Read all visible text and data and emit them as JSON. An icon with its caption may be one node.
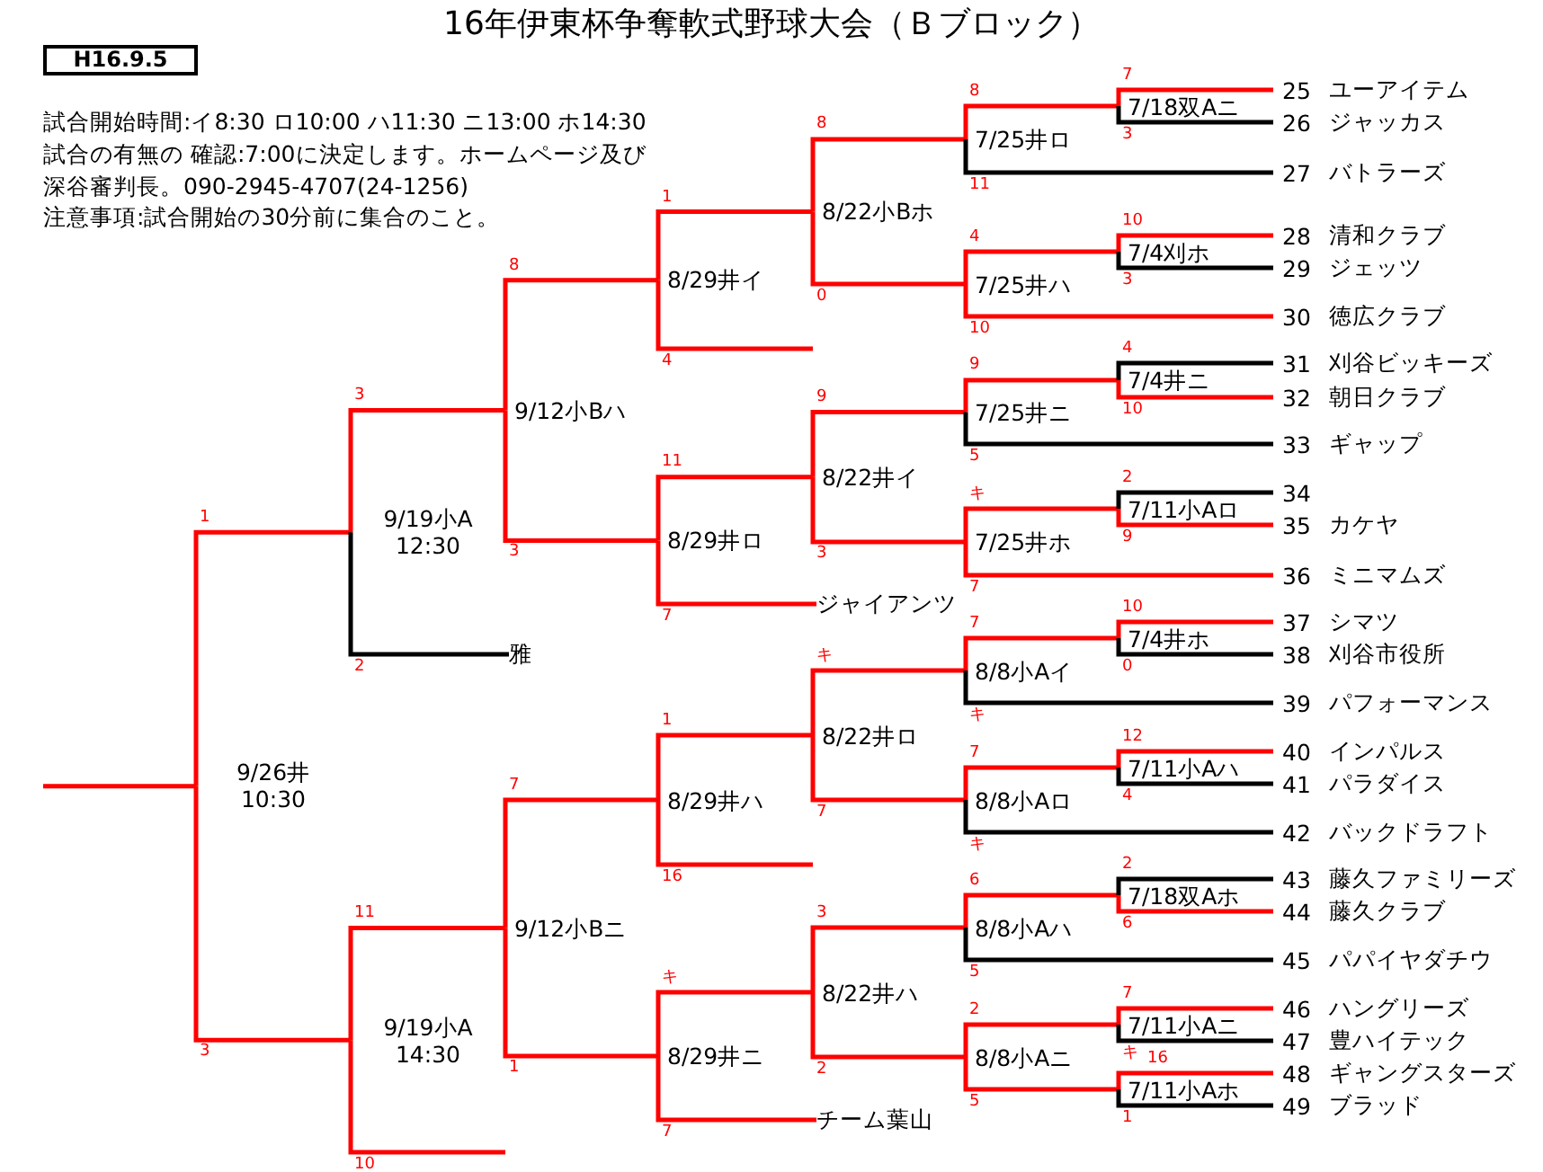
{
  "diagram": {
    "title": "16年伊東杯争奪軟式野球大会（Ｂブロック）",
    "nodes": [
      {
        "text": [
          "9/26井",
          "10:30"
        ]
      },
      {
        "text": [
          "9/19小A",
          "12:30"
        ]
      },
      {
        "text": [
          "9/19小A",
          "14:30"
        ]
      },
      {
        "text": [
          "9/12小Bハ"
        ]
      },
      {
        "text": [
          "9/12小Bニ"
        ]
      },
      {
        "text": [
          "8/29井イ"
        ]
      },
      {
        "text": [
          "8/29井ロ"
        ]
      },
      {
        "text": [
          "8/29井ハ"
        ]
      },
      {
        "text": [
          "8/29井ニ"
        ]
      },
      {
        "text": [
          "8/22小Bホ"
        ]
      },
      {
        "text": [
          "8/22井イ"
        ]
      },
      {
        "text": [
          "8/22井ロ"
        ]
      },
      {
        "text": [
          "8/22井ハ"
        ]
      },
      {
        "text": [
          "7/25井ロ"
        ]
      },
      {
        "text": [
          "7/25井ハ"
        ]
      },
      {
        "text": [
          "7/25井ニ"
        ]
      },
      {
        "text": [
          "7/25井ホ"
        ]
      },
      {
        "text": [
          "8/8小Aイ"
        ]
      },
      {
        "text": [
          "8/8小Aロ"
        ]
      },
      {
        "text": [
          "8/8小Aハ"
        ]
      },
      {
        "text": [
          "8/8小Aニ"
        ]
      },
      {
        "text": [
          "7/18双Aニ"
        ]
      },
      {
        "text": [
          "7/4刈ホ"
        ]
      },
      {
        "text": [
          "7/4井ニ"
        ]
      },
      {
        "text": [
          "7/11小Aロ"
        ]
      },
      {
        "text": [
          "7/4井ホ"
        ]
      },
      {
        "text": [
          "7/11小Aハ"
        ]
      },
      {
        "text": [
          "7/18双Aホ"
        ]
      },
      {
        "text": [
          "7/11小Aニ"
        ]
      },
      {
        "text": [
          "7/11小Aホ"
        ]
      },
      {
        "text": [
          "雅"
        ]
      },
      {
        "text": [
          "ジャイアンツ"
        ]
      },
      {
        "text": [
          "チーム葉山"
        ]
      },
      {
        "text": [
          "25",
          "ユーアイテム"
        ]
      },
      {
        "text": [
          "26",
          "ジャッカス"
        ]
      },
      {
        "text": [
          "27",
          "バトラーズ"
        ]
      },
      {
        "text": [
          "28",
          "清和クラブ"
        ]
      },
      {
        "text": [
          "29",
          "ジェッツ"
        ]
      },
      {
        "text": [
          "30",
          "徳広クラブ"
        ]
      },
      {
        "text": [
          "31",
          "刈谷ビッキーズ"
        ]
      },
      {
        "text": [
          "32",
          "朝日クラブ"
        ]
      },
      {
        "text": [
          "33",
          "ギャップ"
        ]
      },
      {
        "text": [
          "34"
        ]
      },
      {
        "text": [
          "35",
          "カケヤ"
        ]
      },
      {
        "text": [
          "36",
          "ミニマムズ"
        ]
      },
      {
        "text": [
          "37",
          "シマツ"
        ]
      },
      {
        "text": [
          "38",
          "刈谷市役所"
        ]
      },
      {
        "text": [
          "39",
          "パフォーマンス"
        ]
      },
      {
        "text": [
          "40",
          "インパルス"
        ]
      },
      {
        "text": [
          "41",
          "パラダイス"
        ]
      },
      {
        "text": [
          "42",
          "バックドラフト"
        ]
      },
      {
        "text": [
          "43",
          "藤久ファミリーズ"
        ]
      },
      {
        "text": [
          "44",
          "藤久クラブ"
        ]
      },
      {
        "text": [
          "45",
          "パパイヤダチウ"
        ]
      },
      {
        "text": [
          "46",
          "ハングリーズ"
        ]
      },
      {
        "text": [
          "47",
          "豊ハイテック"
        ]
      },
      {
        "text": [
          "48",
          "ギャングスターズ"
        ]
      },
      {
        "text": [
          "49",
          "ブラッド"
        ]
      }
    ],
    "edges": [
      {
        "from": 1,
        "to": 0,
        "arrow": "none",
        "label": "1"
      },
      {
        "from": 2,
        "to": 0,
        "arrow": "none",
        "label": "3"
      },
      {
        "from": 0,
        "to": null,
        "arrow": "none"
      },
      {
        "from": 3,
        "to": 1,
        "arrow": "none",
        "label": "3"
      },
      {
        "from": 30,
        "to": 1,
        "arrow": "none",
        "label": "2",
        "color": "#000000"
      },
      {
        "from": 4,
        "to": 2,
        "arrow": "none",
        "label": "11"
      },
      {
        "from": null,
        "to": 2,
        "arrow": "none",
        "label": "10"
      },
      {
        "from": 5,
        "to": 3,
        "arrow": "none",
        "label": "8"
      },
      {
        "from": 6,
        "to": 3,
        "arrow": "none",
        "label": "3"
      },
      {
        "from": 7,
        "to": 4,
        "arrow": "none",
        "label": "7"
      },
      {
        "from": 8,
        "to": 4,
        "arrow": "none",
        "label": "1"
      },
      {
        "from": 9,
        "to": 5,
        "arrow": "none",
        "label": "1"
      },
      {
        "from": null,
        "to": 5,
        "arrow": "none",
        "label": "4"
      },
      {
        "from": 10,
        "to": 6,
        "arrow": "none",
        "label": "11"
      },
      {
        "from": 31,
        "to": 6,
        "arrow": "none",
        "label": "7"
      },
      {
        "from": 11,
        "to": 7,
        "arrow": "none",
        "label": "1"
      },
      {
        "from": null,
        "to": 7,
        "arrow": "none",
        "label": "16"
      },
      {
        "from": 12,
        "to": 8,
        "arrow": "none",
        "label": "キ"
      },
      {
        "from": 32,
        "to": 8,
        "arrow": "none",
        "label": "7"
      },
      {
        "from": 13,
        "to": 9,
        "arrow": "none",
        "label": "8"
      },
      {
        "from": 14,
        "to": 9,
        "arrow": "none",
        "label": "0"
      },
      {
        "from": 15,
        "to": 10,
        "arrow": "none",
        "label": "9"
      },
      {
        "from": 16,
        "to": 10,
        "arrow": "none",
        "label": "3"
      },
      {
        "from": 17,
        "to": 11,
        "arrow": "none",
        "label": "キ"
      },
      {
        "from": 18,
        "to": 11,
        "arrow": "none",
        "label": "7"
      },
      {
        "from": 19,
        "to": 12,
        "arrow": "none",
        "label": "3"
      },
      {
        "from": 20,
        "to": 12,
        "arrow": "none",
        "label": "2"
      },
      {
        "from": 21,
        "to": 13,
        "arrow": "none",
        "label": "8"
      },
      {
        "from": 35,
        "to": 13,
        "arrow": "none",
        "label": "11",
        "color": "#000000"
      },
      {
        "from": 22,
        "to": 14,
        "arrow": "none",
        "label": "4"
      },
      {
        "from": 38,
        "to": 14,
        "arrow": "none",
        "label": "10"
      },
      {
        "from": 23,
        "to": 15,
        "arrow": "none",
        "label": "9"
      },
      {
        "from": 41,
        "to": 15,
        "arrow": "none",
        "label": "5",
        "color": "#000000"
      },
      {
        "from": 24,
        "to": 16,
        "arrow": "none",
        "label": "キ"
      },
      {
        "from": 44,
        "to": 16,
        "arrow": "none",
        "label": "7"
      },
      {
        "from": 25,
        "to": 17,
        "arrow": "none",
        "label": "7"
      },
      {
        "from": 47,
        "to": 17,
        "arrow": "none",
        "label": "キ",
        "color": "#000000"
      },
      {
        "from": 26,
        "to": 18,
        "arrow": "none",
        "label": "7"
      },
      {
        "from": 50,
        "to": 18,
        "arrow": "none",
        "label": "キ",
        "color": "#000000"
      },
      {
        "from": 27,
        "to": 19,
        "arrow": "none",
        "label": "6"
      },
      {
        "from": 53,
        "to": 19,
        "arrow": "none",
        "label": "5",
        "color": "#000000"
      },
      {
        "from": 28,
        "to": 20,
        "arrow": "none",
        "label": "2"
      },
      {
        "from": 29,
        "to": 20,
        "arrow": "none",
        "label": "5"
      },
      {
        "from": 33,
        "to": 21,
        "arrow": "none",
        "label": "7"
      },
      {
        "from": 34,
        "to": 21,
        "arrow": "none",
        "label": "3",
        "color": "#000000"
      },
      {
        "from": 36,
        "to": 22,
        "arrow": "none",
        "label": "10"
      },
      {
        "from": 37,
        "to": 22,
        "arrow": "none",
        "label": "3",
        "color": "#000000"
      },
      {
        "from": 39,
        "to": 23,
        "arrow": "none",
        "label": "4",
        "color": "#000000"
      },
      {
        "from": 40,
        "to": 23,
        "arrow": "none",
        "label": "10"
      },
      {
        "from": 42,
        "to": 24,
        "arrow": "none",
        "label": "2",
        "color": "#000000"
      },
      {
        "from": 43,
        "to": 24,
        "arrow": "none",
        "label": "9"
      },
      {
        "from": 45,
        "to": 25,
        "arrow": "none",
        "label": "10"
      },
      {
        "from": 46,
        "to": 25,
        "arrow": "none",
        "label": "0",
        "color": "#000000"
      },
      {
        "from": 48,
        "to": 26,
        "arrow": "none",
        "label": "12"
      },
      {
        "from": 49,
        "to": 26,
        "arrow": "none",
        "label": "4",
        "color": "#000000"
      },
      {
        "from": 51,
        "to": 27,
        "arrow": "none",
        "label": "2",
        "color": "#000000"
      },
      {
        "from": 52,
        "to": 27,
        "arrow": "none",
        "label": "6"
      },
      {
        "from": 54,
        "to": 28,
        "arrow": "none",
        "label": "7"
      },
      {
        "from": 55,
        "to": 28,
        "arrow": "none",
        "label": "キ",
        "color": "#000000"
      },
      {
        "from": 56,
        "to": 29,
        "arrow": "none",
        "label": "16"
      },
      {
        "from": 57,
        "to": 29,
        "arrow": "none",
        "label": "1",
        "color": "#000000"
      }
    ],
    "labels": [
      "H16.9.5",
      "試合開始時間:イ8:30 ロ10:00 ハ11:30 ニ13:00 ホ14:30",
      "試合の有無の 確認:7:00に決定します。ホームページ及び",
      "深谷審判長。090-2945-4707(24-1256)",
      "注意事項:試合開始の30分前に集合のこと。"
    ]
  }
}
